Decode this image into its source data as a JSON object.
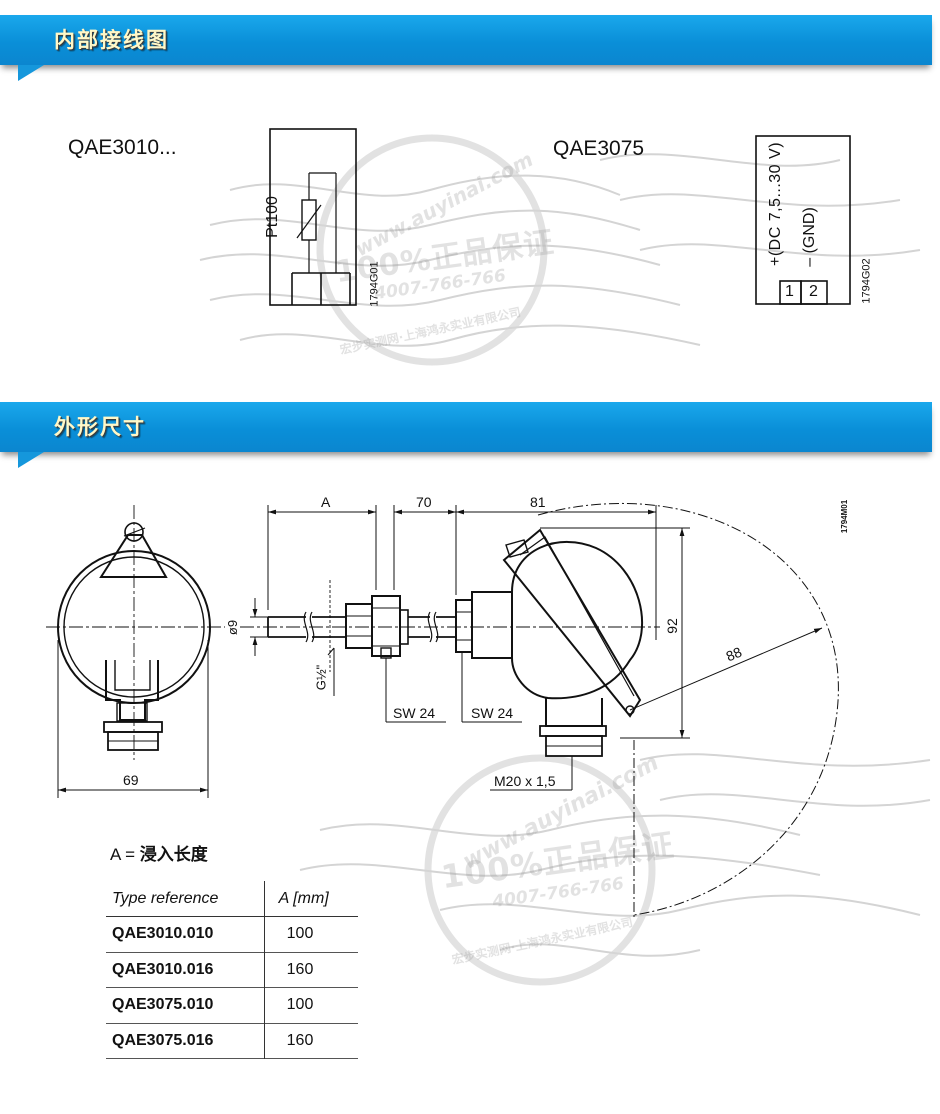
{
  "sections": {
    "wiring": {
      "title": "内部接线图"
    },
    "dimensions": {
      "title": "外形尺寸"
    }
  },
  "wiring": {
    "left": {
      "model": "QAE3010...",
      "sensor_label": "Pt100",
      "drawing_code": "1794G01"
    },
    "right": {
      "model": "QAE3075",
      "supply_label": "+(DC 7,5...30 V)",
      "gnd_label": "– (GND)",
      "terminal_1": "1",
      "terminal_2": "2",
      "drawing_code": "1794G02"
    }
  },
  "dimensions": {
    "drawing_code": "1794M01",
    "dim_A": "A",
    "dim_70": "70",
    "dim_81": "81",
    "dim_92": "92",
    "dim_88": "88",
    "dim_69": "69",
    "dim_dia": "ø9",
    "thread": "G½\"",
    "sw_left": "SW 24",
    "sw_right": "SW 24",
    "cable_gland": "M20 x 1,5"
  },
  "spec": {
    "title_prefix": "A =",
    "title_text": "浸入长度",
    "columns": [
      "Type reference",
      "A [mm]"
    ],
    "rows": [
      {
        "ref": "QAE3010.010",
        "a": "100"
      },
      {
        "ref": "QAE3010.016",
        "a": "160"
      },
      {
        "ref": "QAE3075.010",
        "a": "100"
      },
      {
        "ref": "QAE3075.016",
        "a": "160"
      }
    ]
  },
  "watermark": {
    "url": "www.auyinai.com",
    "guarantee": "100%正品保证",
    "phone": "4007-766-766",
    "seal_text": "宏步实测网·上海鸿永实业有限公司"
  },
  "colors": {
    "banner": "#0a8fd8",
    "banner_title": "#fff8c8",
    "line": "#111111"
  }
}
